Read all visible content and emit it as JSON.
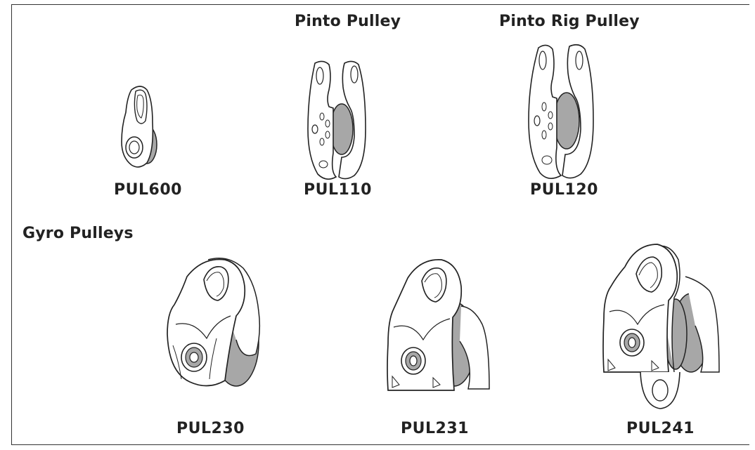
{
  "headings": {
    "pinto": "Pinto Pulley",
    "pinto_rig": "Pinto Rig Pulley",
    "gyro": "Gyro Pulleys"
  },
  "products": {
    "pul600": "PUL600",
    "pul110": "PUL110",
    "pul120": "PUL120",
    "pul230": "PUL230",
    "pul231": "PUL231",
    "pul241": "PUL241"
  },
  "colors": {
    "ink": "#222222",
    "sheave": "#a7a7a7",
    "sheave_dark": "#7c7c7c",
    "fill": "#ffffff"
  }
}
